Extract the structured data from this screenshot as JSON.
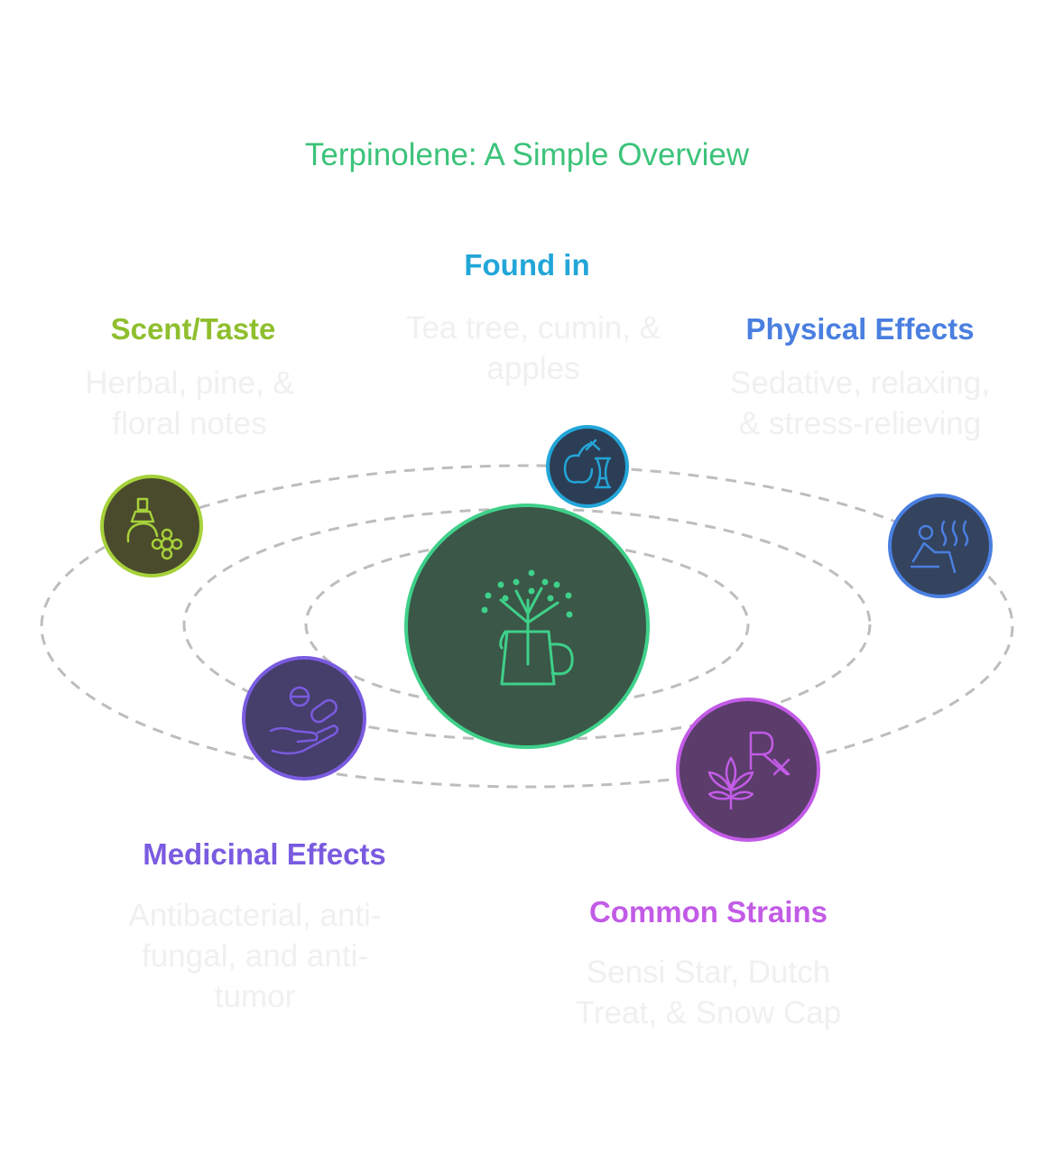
{
  "title": "Terpinolene: A Simple Overview",
  "colors": {
    "title": "#3cc37a",
    "found_in": "#22a6d8",
    "scent_taste": "#8fbf2e",
    "physical_effects": "#4a7fe0",
    "medicinal_effects": "#7a5be0",
    "common_strains": "#c25be6",
    "description_text": "#f0f0f0",
    "orbit_dashes": "#bdbdbd"
  },
  "center": {
    "icon": "cannabis-tea-icon",
    "fill": "#3a5747",
    "stroke": "#3fd08a"
  },
  "items": {
    "found_in": {
      "heading": "Found in",
      "description_lines": [
        "Tea tree, cumin, &",
        "apples"
      ],
      "icon": "apple-dna-icon",
      "fill": "#2c3e55",
      "stroke": "#22a6d8"
    },
    "scent_taste": {
      "heading": "Scent/Taste",
      "description_lines": [
        "Herbal, pine, &",
        "floral notes"
      ],
      "icon": "perfume-flower-icon",
      "fill": "#4a4a2c",
      "stroke": "#a6d13a"
    },
    "physical_effects": {
      "heading": "Physical Effects",
      "description_lines": [
        "Sedative, relaxing,",
        "& stress-relieving"
      ],
      "icon": "sauna-relax-icon",
      "fill": "#34435e",
      "stroke": "#4a7fe0"
    },
    "medicinal_effects": {
      "heading": "Medicinal Effects",
      "description_lines": [
        "Antibacterial, anti-",
        "fungal, and anti-",
        "tumor"
      ],
      "icon": "pills-hand-icon",
      "fill": "#463e6b",
      "stroke": "#7a5be0"
    },
    "common_strains": {
      "heading": "Common Strains",
      "description_lines": [
        "Sensi Star, Dutch",
        "Treat, & Snow Cap"
      ],
      "icon": "cannabis-prescription-icon",
      "fill": "#5b3c6b",
      "stroke": "#c25be6"
    }
  }
}
